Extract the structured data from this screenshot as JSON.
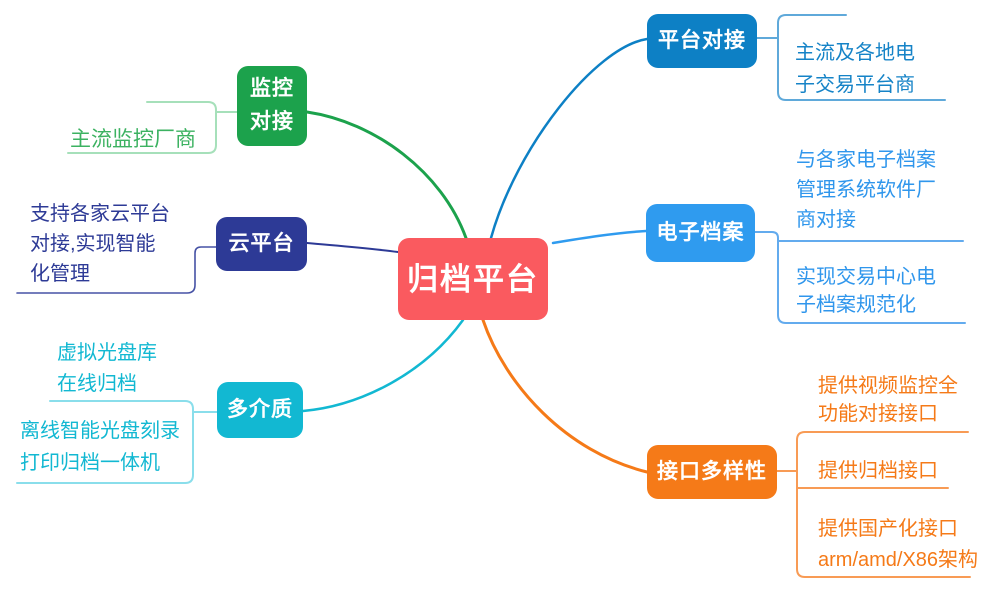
{
  "node_text_color": "#FFFFFF",
  "root": {
    "label": "归档平台",
    "color": "#FA5A5F"
  },
  "branches": [
    {
      "id": "monitor-link",
      "label_lines": [
        "监控",
        "对接"
      ],
      "color": "#1CA24C",
      "text_color": "#3CB261",
      "line_color": "#A6E0BA",
      "leaves": [
        {
          "lines": [
            "主流监控厂商"
          ]
        }
      ]
    },
    {
      "id": "cloud-platform",
      "label_lines": [
        "云平台"
      ],
      "color": "#2D3A96",
      "text_color": "#2D3A96",
      "line_color": "#4652A5",
      "leaves": [
        {
          "lines": [
            "支持各家云平台",
            "对接,实现智能",
            "化管理"
          ]
        }
      ]
    },
    {
      "id": "multi-media",
      "label_lines": [
        "多介质"
      ],
      "color": "#12B8D2",
      "text_color": "#12B8D2",
      "line_color": "#8ADEEB",
      "leaves": [
        {
          "lines": [
            "虚拟光盘库",
            "在线归档"
          ]
        },
        {
          "lines": [
            "离线智能光盘刻录",
            "打印归档一体机"
          ]
        }
      ]
    },
    {
      "id": "platform-link",
      "label_lines": [
        "平台对接"
      ],
      "color": "#0D80C5",
      "text_color": "#1583C7",
      "line_color": "#5FA9DA",
      "leaves": [
        {
          "lines": [
            "主流及各地电",
            "子交易平台商"
          ]
        }
      ]
    },
    {
      "id": "e-archive",
      "label_lines": [
        "电子档案"
      ],
      "color": "#2F9BEF",
      "text_color": "#2F96EC",
      "line_color": "#63ABEE",
      "leaves": [
        {
          "lines": [
            "与各家电子档案",
            "管理系统软件厂",
            "商对接"
          ]
        },
        {
          "lines": [
            "实现交易中心电",
            "子档案规范化"
          ]
        }
      ]
    },
    {
      "id": "interface-variety",
      "label_lines": [
        "接口多样性"
      ],
      "color": "#F57A18",
      "text_color": "#F57A18",
      "line_color": "#F89B55",
      "leaves": [
        {
          "lines": [
            "提供视频监控全",
            "功能对接接口"
          ]
        },
        {
          "lines": [
            "提供归档接口"
          ]
        },
        {
          "lines": [
            "提供国产化接口",
            "arm/amd/X86架构"
          ]
        }
      ]
    }
  ]
}
